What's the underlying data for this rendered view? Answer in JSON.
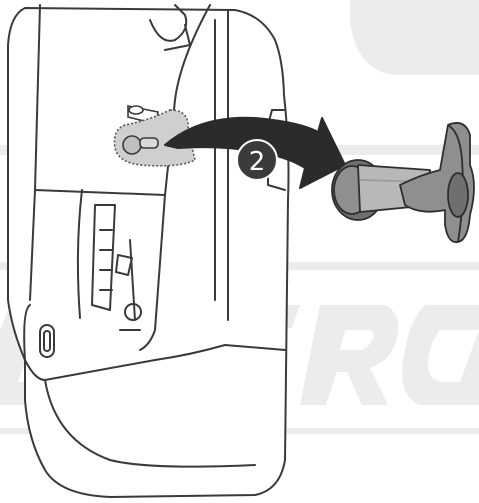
{
  "diagram": {
    "step_label": "2",
    "icons": [
      "door-panel",
      "latch-knob",
      "removal-arrow",
      "t-handle-knob"
    ],
    "colors": {
      "line": "#3a3a3a",
      "panel_fill": "#ffffff",
      "watermark": "#ececec",
      "arrow": "#2b2b2b",
      "knob_dark": "#6f6f6f",
      "knob_mid": "#8f8f8f",
      "knob_light": "#b8b8b8",
      "step_badge": "#3b3b3b",
      "step_text": "#ffffff"
    }
  }
}
